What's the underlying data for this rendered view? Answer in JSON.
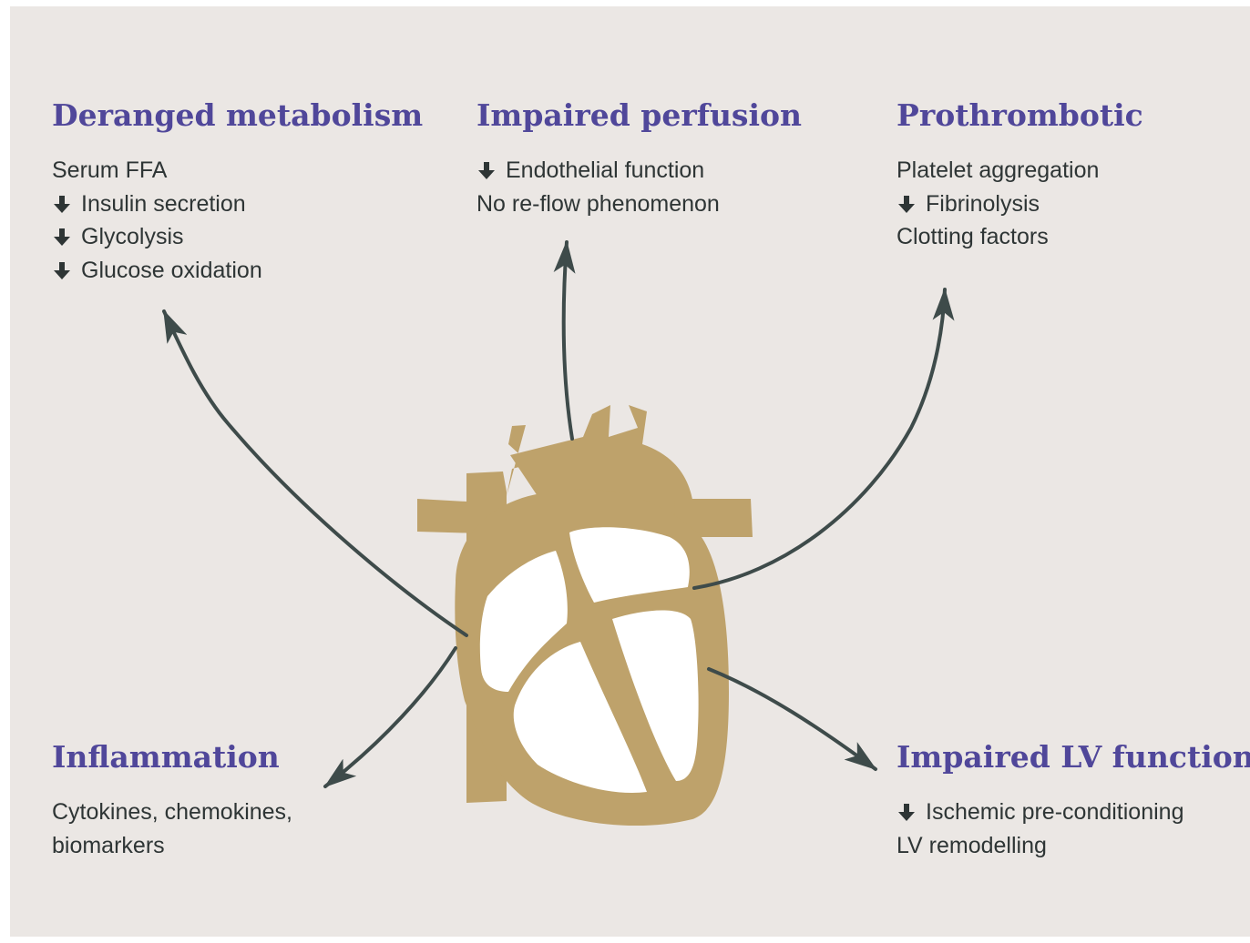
{
  "groups": {
    "metabolism": {
      "heading": "Deranged metabolism",
      "items": [
        {
          "text": "Serum FFA",
          "arrow": false
        },
        {
          "text": "Insulin secretion",
          "arrow": true
        },
        {
          "text": "Glycolysis",
          "arrow": true
        },
        {
          "text": "Glucose oxidation",
          "arrow": true
        }
      ]
    },
    "perfusion": {
      "heading": "Impaired perfusion",
      "items": [
        {
          "text": "Endothelial function",
          "arrow": true
        },
        {
          "text": "No re-flow phenomenon",
          "arrow": false
        }
      ]
    },
    "prothrombotic": {
      "heading": "Prothrombotic",
      "items": [
        {
          "text": "Platelet aggregation",
          "arrow": false
        },
        {
          "text": "Fibrinolysis",
          "arrow": true
        },
        {
          "text": "Clotting factors",
          "arrow": false
        }
      ]
    },
    "inflammation": {
      "heading": "Inflammation",
      "items": [
        {
          "text": "Cytokines, chemokines,",
          "arrow": false
        },
        {
          "text": "biomarkers",
          "arrow": false
        }
      ]
    },
    "lv_function": {
      "heading": "Impaired LV function",
      "items": [
        {
          "text": "Ischemic pre-conditioning",
          "arrow": true
        },
        {
          "text": "LV remodelling",
          "arrow": false
        }
      ]
    }
  },
  "colors": {
    "background": "#ebe7e4",
    "heading": "#50479a",
    "text": "#2e3535",
    "heart": "#bea26b",
    "chambers": "#ffffff",
    "arrow": "#3e4b4a"
  },
  "icons": {
    "center": "heart-icon",
    "bullet": "down-arrow-icon"
  }
}
